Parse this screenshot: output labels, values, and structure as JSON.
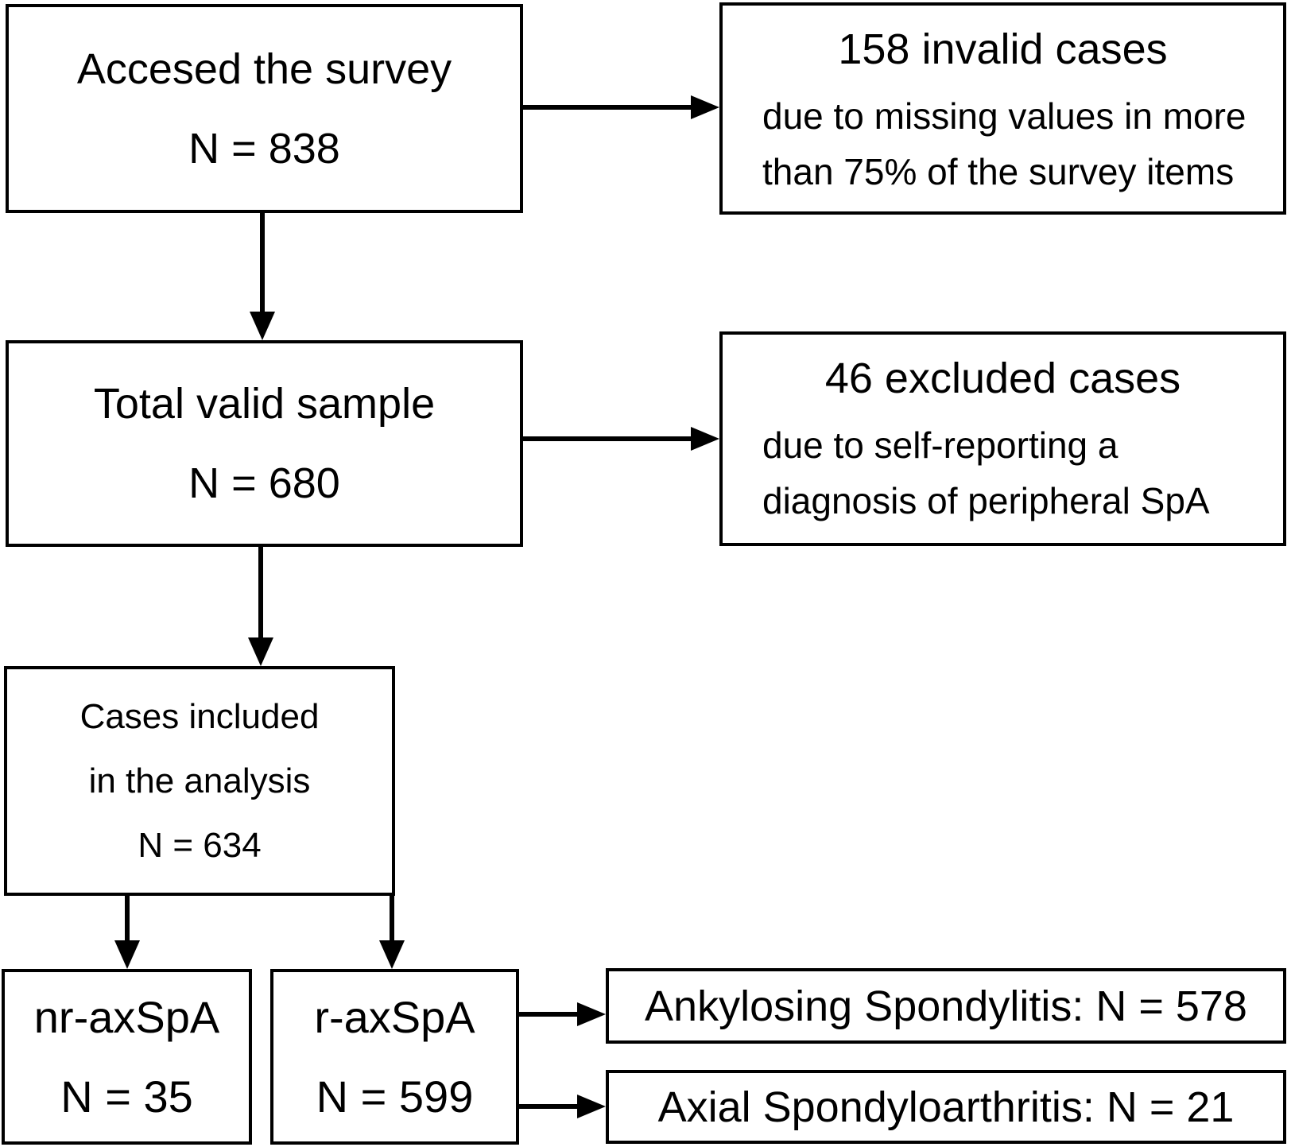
{
  "figure": {
    "colors": {
      "line": "#000000",
      "text": "#000000",
      "background": "#ffffff"
    }
  },
  "boxes": {
    "accessed_survey": {
      "lines": [
        "Accesed the survey",
        "N = 838"
      ]
    },
    "invalid_cases": {
      "title": "158 invalid cases",
      "body": [
        "due to missing values in more",
        "than 75% of the survey items"
      ]
    },
    "total_valid_sample": {
      "lines": [
        "Total valid sample",
        "N = 680"
      ]
    },
    "excluded_cases": {
      "title": "46 excluded cases",
      "body": [
        "due to self-reporting a",
        "diagnosis of peripheral SpA"
      ]
    },
    "cases_included": {
      "lines": [
        "Cases included",
        "in the analysis",
        "N = 634"
      ]
    },
    "nr_axspa": {
      "lines": [
        "nr-axSpA",
        "N = 35"
      ]
    },
    "r_axspa": {
      "lines": [
        "r-axSpA",
        "N = 599"
      ]
    },
    "ankylosing_spondylitis": {
      "label": "Ankylosing Spondylitis: N = 578"
    },
    "axial_spondyloarthritis": {
      "label": "Axial Spondyloarthritis: N = 21"
    }
  }
}
